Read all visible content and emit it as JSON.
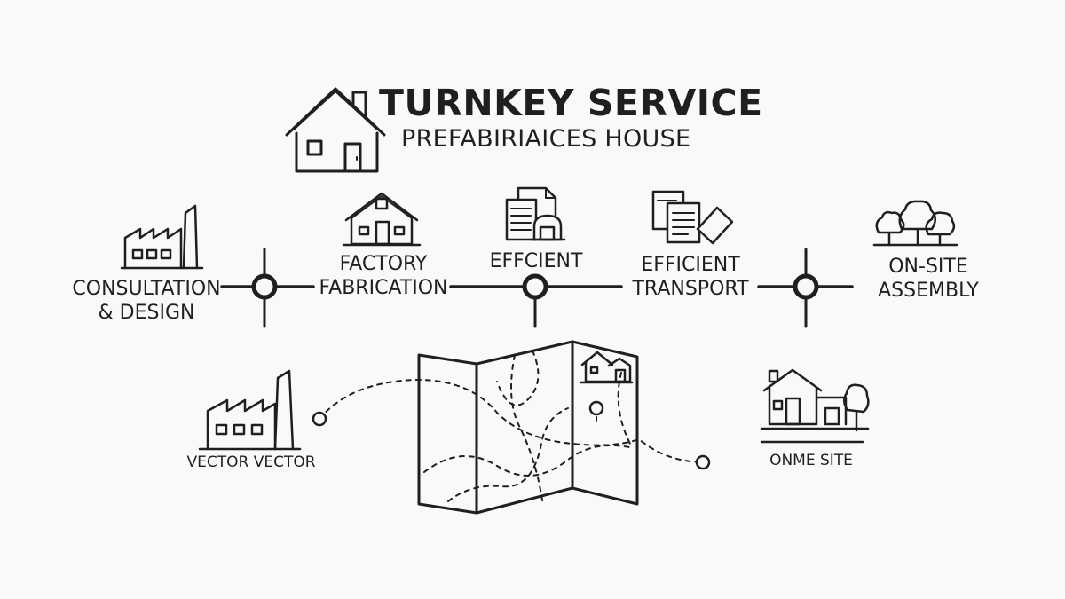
{
  "header": {
    "title": "TURNKEY SERVICE",
    "subtitle": "PREFABIRIAICES HOUSE"
  },
  "steps": [
    {
      "line1": "CONSULTATION",
      "line2": "& DESIGN",
      "icon": "factory-icon"
    },
    {
      "line1": "FACTORY",
      "line2": "FABRICATION",
      "icon": "house-icon"
    },
    {
      "line1": "EFFCIENT",
      "line2": "",
      "icon": "documents-icon"
    },
    {
      "line1": "EFFICIENT",
      "line2": "TRANSPORT",
      "icon": "paperwork-icon"
    },
    {
      "line1": "ON-SITE",
      "line2": "ASSEMBLY",
      "icon": "trees-icon"
    }
  ],
  "route": {
    "start_label": "VECTOR VECTOR",
    "end_label": "ONME SITE"
  },
  "colors": {
    "ink": "#1f1f1f",
    "background": "#f9f9f9"
  }
}
